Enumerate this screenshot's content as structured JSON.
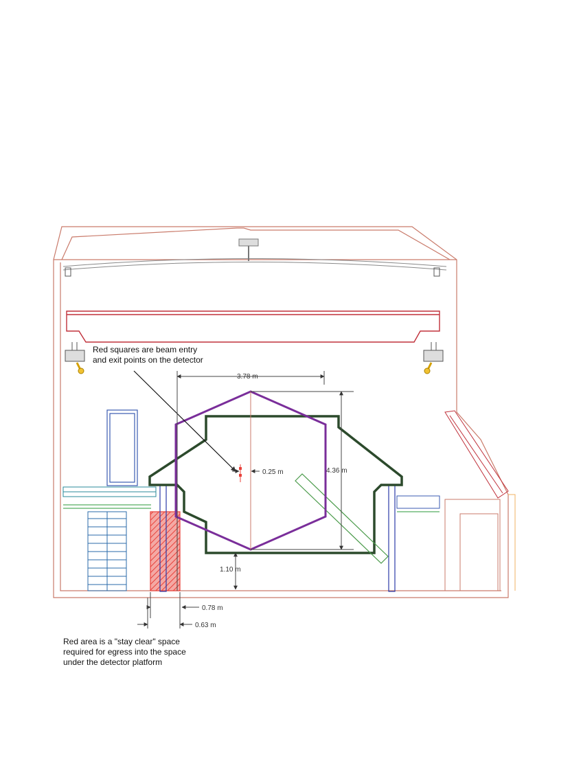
{
  "annotations": {
    "beam_note": [
      "Red squares are beam entry",
      "and exit points on the detector"
    ],
    "stay_clear_note": [
      "Red area is a \"stay clear\" space",
      "required for egress into the space",
      "under the detector platform"
    ]
  },
  "dimensions": {
    "width": "3.78 m",
    "height": "4.36 m",
    "offset": "0.25 m",
    "clearance": "1.10 m",
    "stay_clear_width": "0.78 m",
    "stay_clear_inner": "0.63 m"
  },
  "colors": {
    "building": "#c97a6a",
    "detector_hexagon": "#7a2e9a",
    "support_frame": "#2c4a2c",
    "stay_clear": "#e8403a",
    "stairs": "#2a8a9a",
    "tilted_module": "#4a9a4a",
    "dimension": "#444444"
  }
}
